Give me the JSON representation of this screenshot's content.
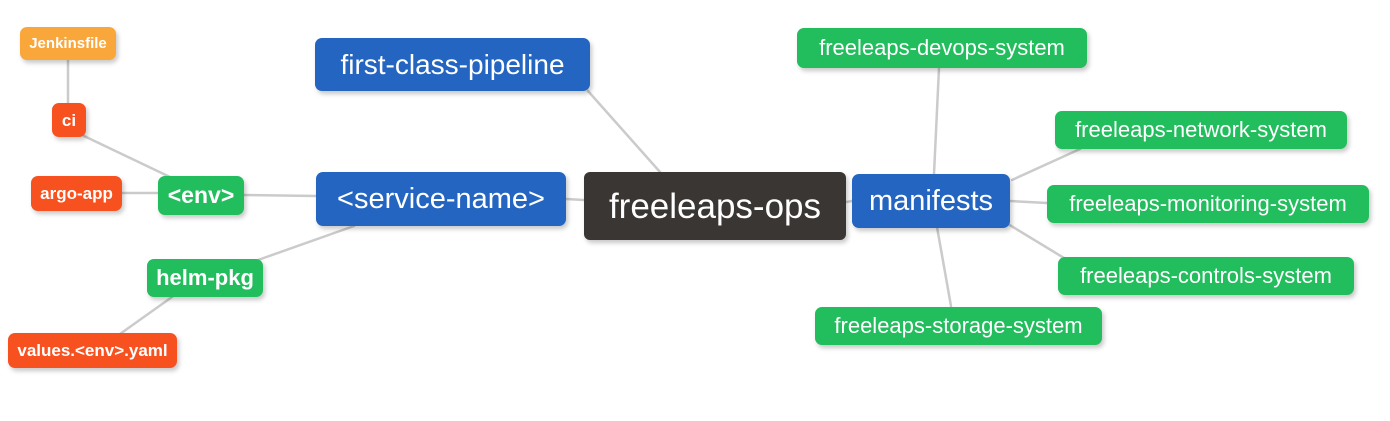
{
  "diagram": {
    "type": "mindmap",
    "root_id": "freeleaps-ops",
    "palette": {
      "blue": "#2365C1",
      "green": "#22BD5D",
      "red": "#F85120",
      "orange": "#F9A63B",
      "dark": "#3A3633",
      "edge": "#CBCBCB",
      "text": "#FFFFFF",
      "background": "#FFFFFF"
    },
    "nodes": {
      "jenkinsfile": {
        "label": "Jenkinsfile",
        "color": "orange"
      },
      "ci": {
        "label": "ci",
        "color": "red"
      },
      "argo-app": {
        "label": "argo-app",
        "color": "red"
      },
      "env": {
        "label": "<env>",
        "color": "green"
      },
      "helm-pkg": {
        "label": "helm-pkg",
        "color": "green"
      },
      "values-env-yaml": {
        "label": "values.<env>.yaml",
        "color": "red"
      },
      "first-class-pipeline": {
        "label": "first-class-pipeline",
        "color": "blue"
      },
      "service-name": {
        "label": "<service-name>",
        "color": "blue"
      },
      "freeleaps-ops": {
        "label": "freeleaps-ops",
        "color": "dark"
      },
      "manifests": {
        "label": "manifests",
        "color": "blue"
      },
      "freeleaps-devops-system": {
        "label": "freeleaps-devops-system",
        "color": "green"
      },
      "freeleaps-network-system": {
        "label": "freeleaps-network-system",
        "color": "green"
      },
      "freeleaps-monitoring-system": {
        "label": "freeleaps-monitoring-system",
        "color": "green"
      },
      "freeleaps-controls-system": {
        "label": "freeleaps-controls-system",
        "color": "green"
      },
      "freeleaps-storage-system": {
        "label": "freeleaps-storage-system",
        "color": "green"
      }
    },
    "edges": [
      {
        "from": "freeleaps-ops",
        "to": "first-class-pipeline"
      },
      {
        "from": "freeleaps-ops",
        "to": "service-name"
      },
      {
        "from": "freeleaps-ops",
        "to": "manifests"
      },
      {
        "from": "service-name",
        "to": "env"
      },
      {
        "from": "service-name",
        "to": "helm-pkg"
      },
      {
        "from": "env",
        "to": "ci"
      },
      {
        "from": "env",
        "to": "argo-app"
      },
      {
        "from": "ci",
        "to": "jenkinsfile"
      },
      {
        "from": "helm-pkg",
        "to": "values-env-yaml"
      },
      {
        "from": "manifests",
        "to": "freeleaps-devops-system"
      },
      {
        "from": "manifests",
        "to": "freeleaps-network-system"
      },
      {
        "from": "manifests",
        "to": "freeleaps-monitoring-system"
      },
      {
        "from": "manifests",
        "to": "freeleaps-controls-system"
      },
      {
        "from": "manifests",
        "to": "freeleaps-storage-system"
      }
    ]
  }
}
